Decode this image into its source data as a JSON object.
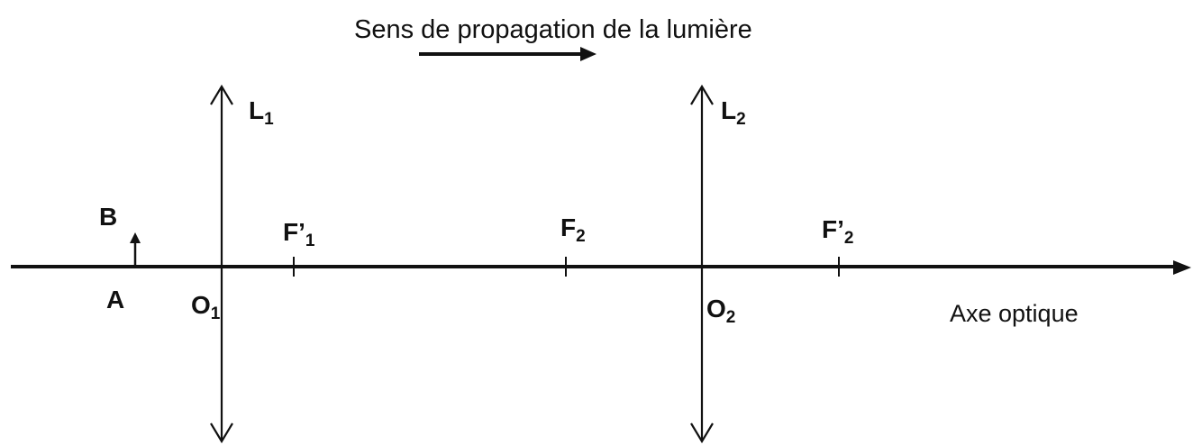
{
  "title": "Sens de propagation de la lumière",
  "axis_label": "Axe optique",
  "points": {
    "B": "B",
    "A": "A",
    "O1": {
      "main": "O",
      "sub": "1"
    },
    "O2": {
      "main": "O",
      "sub": "2"
    },
    "F1p": {
      "main": "F’",
      "sub": "1"
    },
    "F2": {
      "main": "F",
      "sub": "2"
    },
    "F2p": {
      "main": "F’",
      "sub": "2"
    }
  },
  "lenses": {
    "L1": {
      "main": "L",
      "sub": "1"
    },
    "L2": {
      "main": "L",
      "sub": "2"
    }
  },
  "colors": {
    "ink": "#111111",
    "background": "#ffffff"
  }
}
